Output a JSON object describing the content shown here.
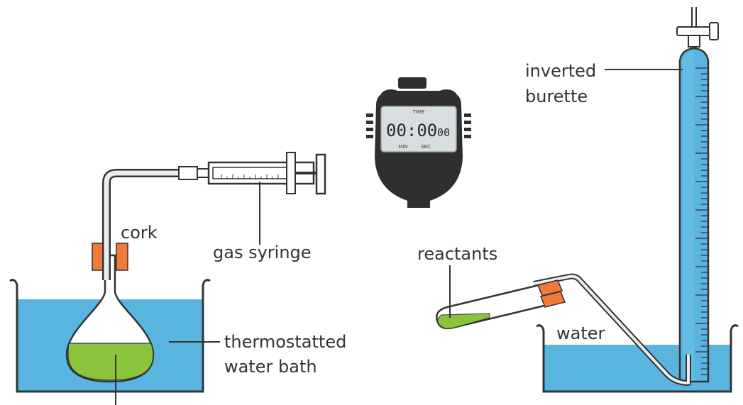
{
  "labels": {
    "cork": "cork",
    "gas_syringe": "gas syringe",
    "thermostatted": "thermostatted",
    "water_bath": "water bath",
    "reactants": "reactants",
    "water": "water",
    "inverted": "inverted",
    "burette": "burette"
  },
  "stopwatch": {
    "time": "00:00",
    "hundredths": "00",
    "top_label": "TIME",
    "left_label": "MIN",
    "right_label": "SEC"
  },
  "colors": {
    "water": "#5ab4e0",
    "reactant": "#8ac43c",
    "cork": "#f07a3a",
    "line": "#333333",
    "stopwatch_body": "#2f2f2f",
    "screen": "#d8dde0"
  }
}
